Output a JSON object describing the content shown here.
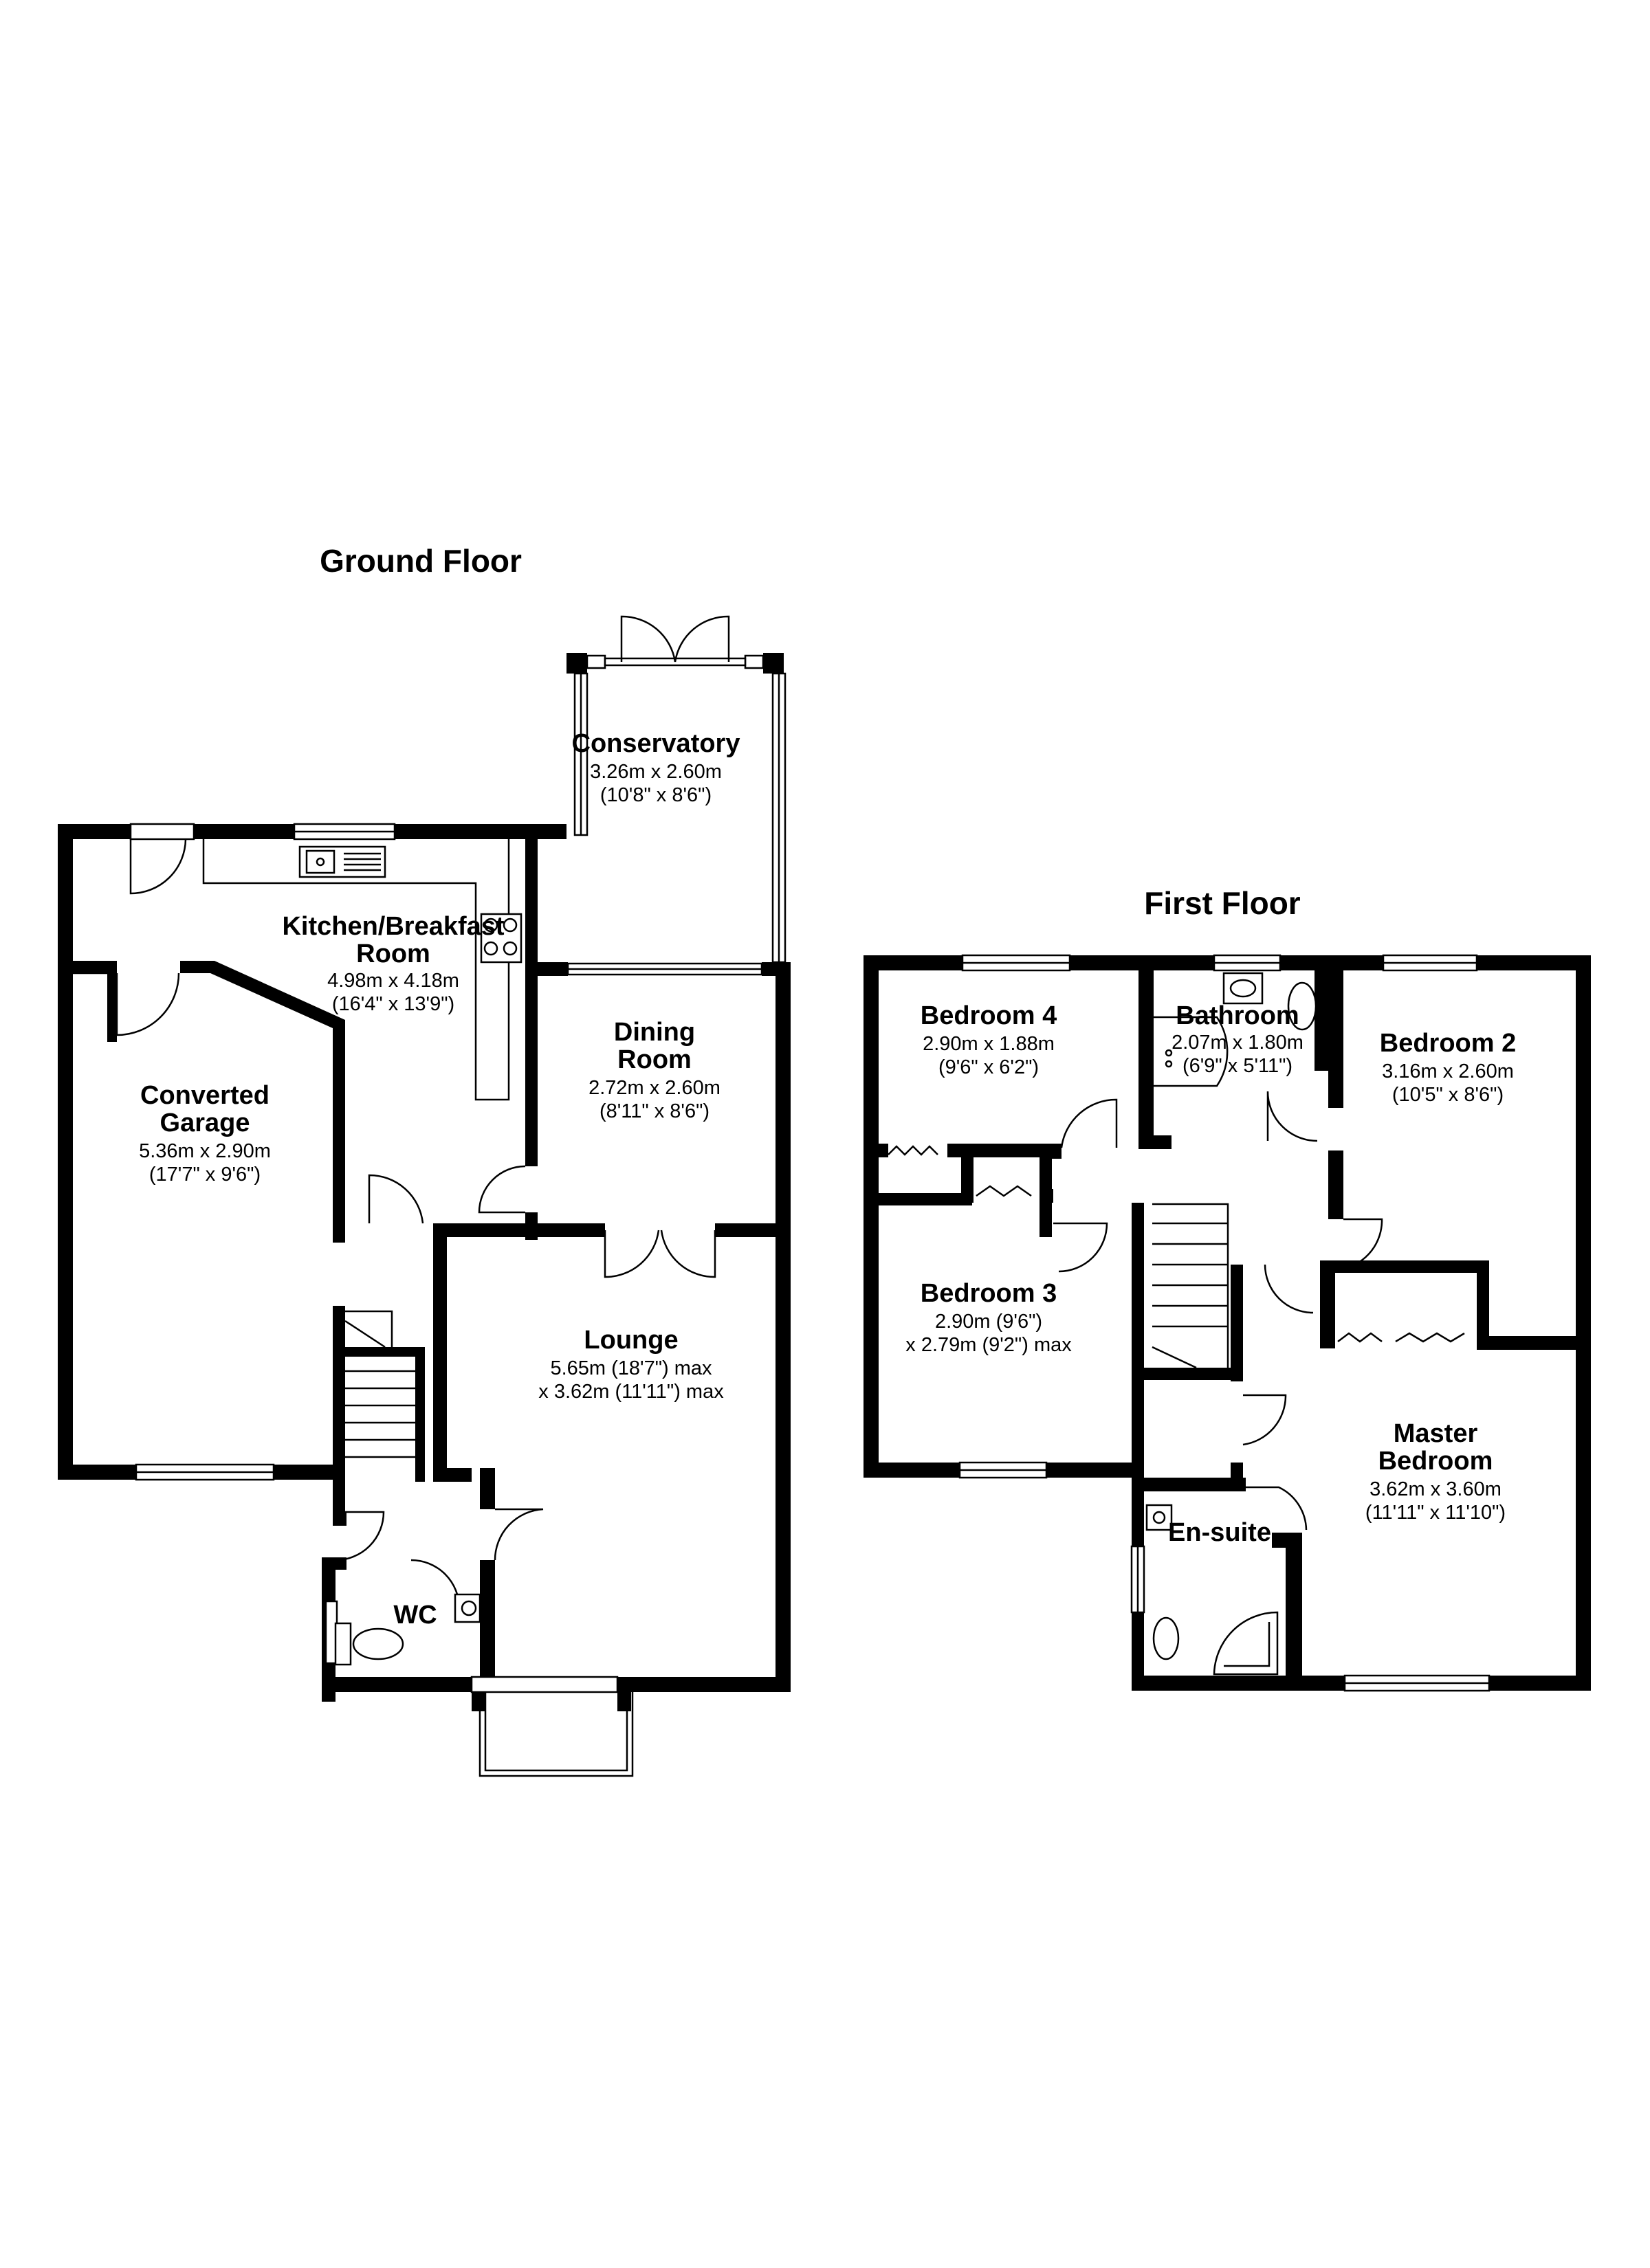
{
  "floors": {
    "ground": {
      "title": "Ground Floor",
      "rooms": {
        "kitchen": {
          "name": [
            "Kitchen/Breakfast",
            "Room"
          ],
          "dims": [
            "4.98m x 4.18m",
            "(16'4\" x 13'9\")"
          ]
        },
        "conservatory": {
          "name": [
            "Conservatory"
          ],
          "dims": [
            "3.26m x 2.60m",
            "(10'8\" x 8'6\")"
          ]
        },
        "garage": {
          "name": [
            "Converted",
            "Garage"
          ],
          "dims": [
            "5.36m x 2.90m",
            "(17'7\" x 9'6\")"
          ]
        },
        "dining": {
          "name": [
            "Dining",
            "Room"
          ],
          "dims": [
            "2.72m x 2.60m",
            "(8'11\" x 8'6\")"
          ]
        },
        "lounge": {
          "name": [
            "Lounge"
          ],
          "dims": [
            "5.65m (18'7\") max",
            "x 3.62m (11'11\") max"
          ]
        },
        "wc": {
          "name": [
            "WC"
          ],
          "dims": []
        }
      }
    },
    "first": {
      "title": "First Floor",
      "rooms": {
        "bedroom4": {
          "name": [
            "Bedroom 4"
          ],
          "dims": [
            "2.90m x 1.88m",
            "(9'6\" x 6'2\")"
          ]
        },
        "bathroom": {
          "name": [
            "Bathroom"
          ],
          "dims": [
            "2.07m x 1.80m",
            "(6'9\" x 5'11\")"
          ]
        },
        "bedroom2": {
          "name": [
            "Bedroom 2"
          ],
          "dims": [
            "3.16m x 2.60m",
            "(10'5\" x 8'6\")"
          ]
        },
        "bedroom3": {
          "name": [
            "Bedroom 3"
          ],
          "dims": [
            "2.90m (9'6\")",
            "x 2.79m (9'2\") max"
          ]
        },
        "master": {
          "name": [
            "Master",
            "Bedroom"
          ],
          "dims": [
            "3.62m x 3.60m",
            "(11'11\" x 11'10\")"
          ]
        },
        "ensuite": {
          "name": [
            "En-suite"
          ],
          "dims": []
        }
      }
    }
  }
}
